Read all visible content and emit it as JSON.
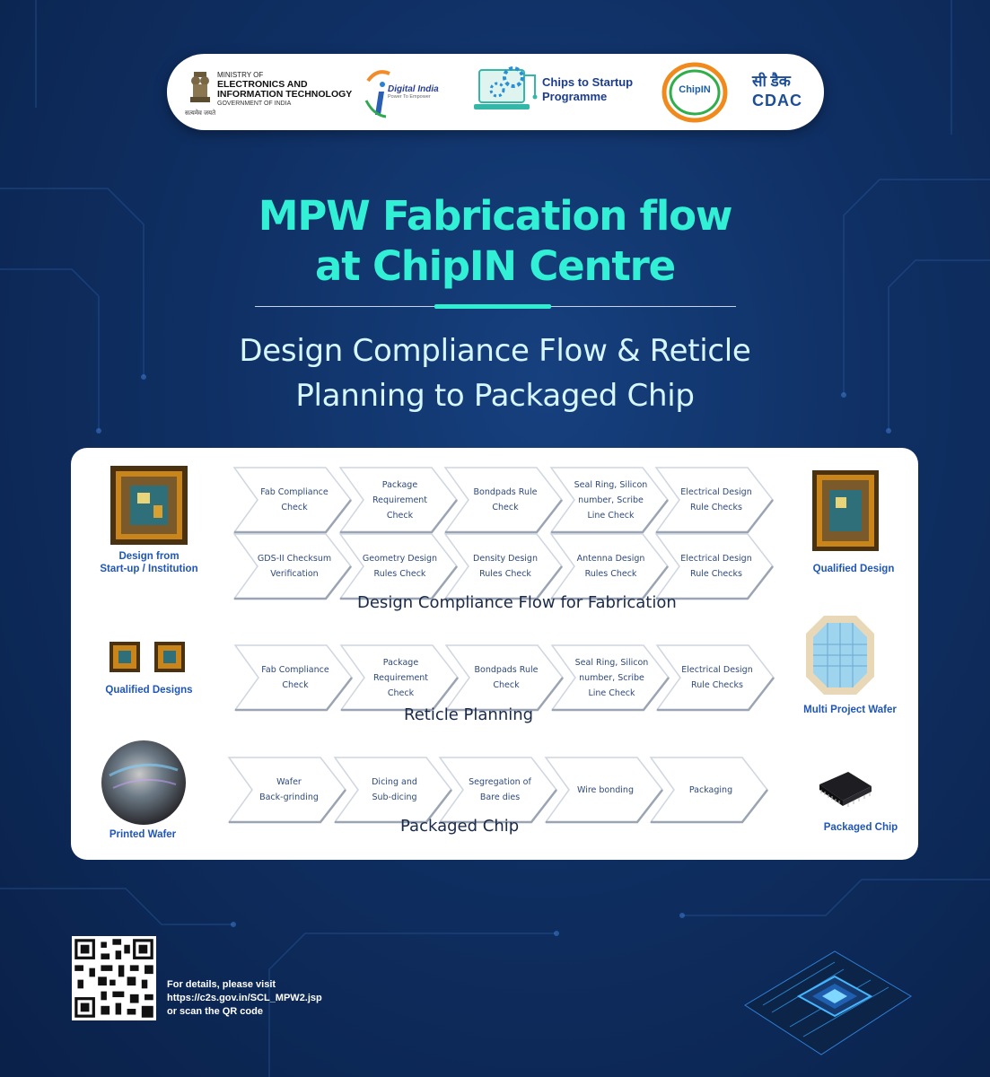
{
  "logos": {
    "meity": {
      "line1": "MINISTRY OF",
      "line2": "ELECTRONICS AND",
      "line3": "INFORMATION TECHNOLOGY",
      "line4": "GOVERNMENT OF INDIA",
      "motto": "सत्यमेव जयते"
    },
    "digital_india": {
      "name": "Digital India",
      "tagline": "Power To Empower"
    },
    "c2s": {
      "line1": "Chips to Startup",
      "line2": "Programme"
    },
    "chipin": {
      "name": "ChipIN"
    },
    "cdac": {
      "hindi": "सी डैक",
      "name": "CDAC"
    }
  },
  "title": {
    "line1": "MPW Fabrication flow",
    "line2": "at ChipIN Centre"
  },
  "subtitle": {
    "line1": "Design Compliance Flow & Reticle",
    "line2": "Planning to Packaged Chip"
  },
  "design_compliance": {
    "title": "Design Compliance Flow for Fabrication",
    "row1": [
      [
        "Fab Compliance",
        "Check"
      ],
      [
        "Package",
        "Requirement",
        "Check"
      ],
      [
        "Bondpads Rule",
        "Check"
      ],
      [
        "Seal Ring, Silicon",
        "number, Scribe",
        "Line Check"
      ],
      [
        "Electrical Design",
        "Rule Checks"
      ]
    ],
    "row2": [
      [
        "GDS-II Checksum",
        "Verification"
      ],
      [
        "Geometry Design",
        "Rules Check"
      ],
      [
        "Density Design",
        "Rules Check"
      ],
      [
        "Antenna Design",
        "Rules Check"
      ],
      [
        "Electrical Design",
        "Rule Checks"
      ]
    ],
    "left_caption": [
      "Design from",
      "Start-up / Institution"
    ],
    "right_caption": "Qualified Design"
  },
  "reticle": {
    "title": "Reticle Planning",
    "steps": [
      [
        "Fab Compliance",
        "Check"
      ],
      [
        "Package",
        "Requirement",
        "Check"
      ],
      [
        "Bondpads Rule",
        "Check"
      ],
      [
        "Seal Ring, Silicon",
        "number, Scribe",
        "Line Check"
      ],
      [
        "Electrical Design",
        "Rule Checks"
      ]
    ],
    "left_caption": "Qualified Designs",
    "right_caption": "Multi Project Wafer"
  },
  "packaged": {
    "title": "Packaged Chip",
    "steps": [
      [
        "Wafer",
        "Back-grinding"
      ],
      [
        "Dicing and",
        "Sub-dicing"
      ],
      [
        "Segregation of",
        "Bare dies"
      ],
      [
        "Wire bonding"
      ],
      [
        "Packaging"
      ]
    ],
    "left_caption": "Printed Wafer",
    "right_caption": "Packaged Chip"
  },
  "footer": {
    "line1": "For details, please visit",
    "line2": "https://c2s.gov.in/SCL_MPW2.jsp",
    "line3": "or scan the QR code"
  },
  "colors": {
    "background": "#0f2f63",
    "title": "#31f0d5",
    "subtitle": "#d6f7ff",
    "caption": "#1f56b8",
    "step_text": "#2e4a7a"
  }
}
